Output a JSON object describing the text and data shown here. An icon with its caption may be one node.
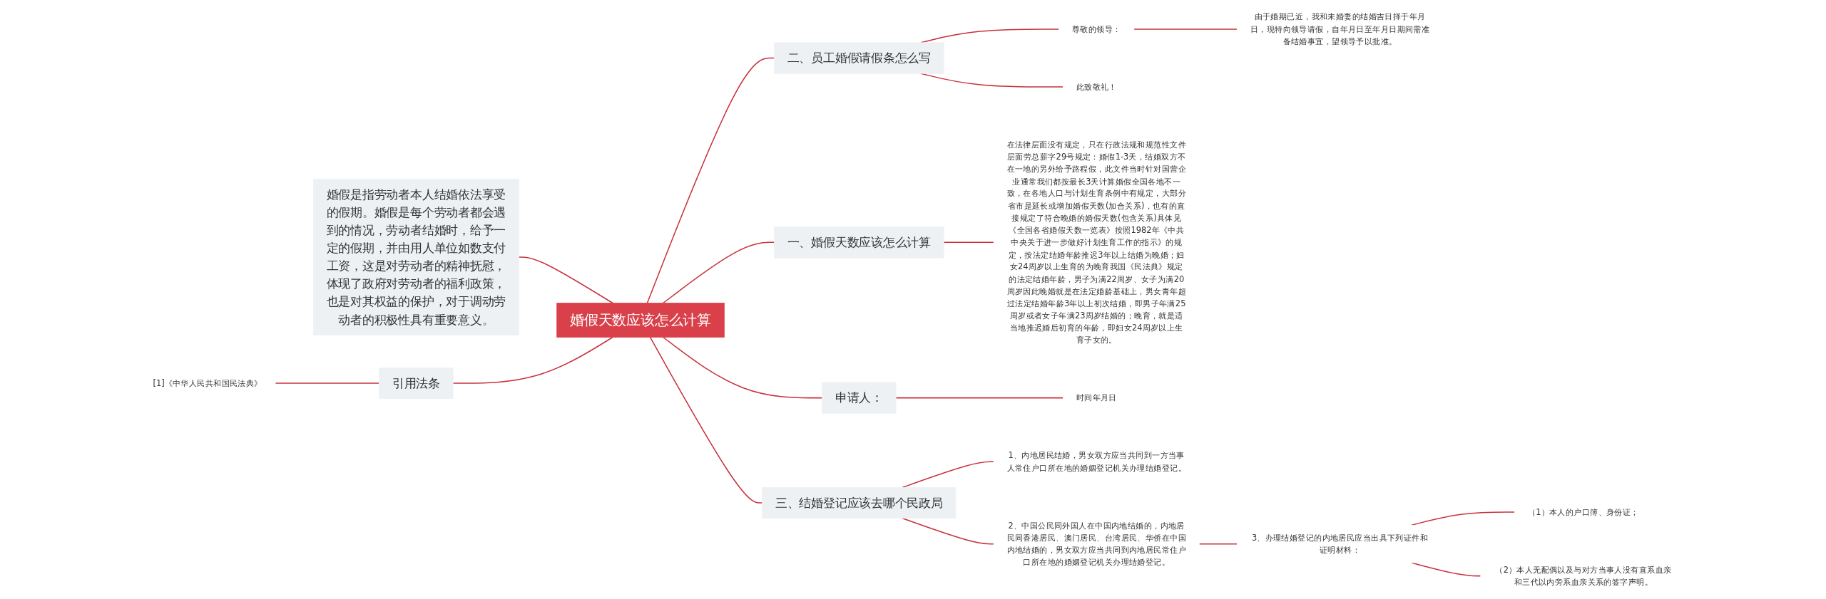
{
  "diagram": {
    "nodes": [
      {
        "text": [
          "婚假天数应该怎么计算"
        ]
      },
      {
        "text": [
          "二、员工婚假请假条怎么写"
        ]
      },
      {
        "text": [
          "尊敬的领导："
        ]
      },
      {
        "text": [
          "由于婚期已近，我和未婚妻的结婚吉日择于年月日，现特向领导请假，自年月日至年月日期间需准备结婚事宜，望领导予以批准。"
        ]
      },
      {
        "text": [
          "此致敬礼！"
        ]
      },
      {
        "text": [
          "婚假是指劳动者本人结婚依法享受的假期。婚假是每个劳动者都会遇到的情况，劳动者结婚时，给予一定的假期，并由用人单位如数支付工资，这是对劳动者的精神抚慰，体现了政府对劳动者的福利政策，也是对其权益的保护，对于调动劳动者的积极性具有重要意义。"
        ]
      },
      {
        "text": [
          "引用法条"
        ]
      },
      {
        "text": [
          "[1]《中华人民共和国民法典》"
        ]
      },
      {
        "text": [
          "一、婚假天数应该怎么计算"
        ]
      },
      {
        "text": [
          "在法律层面没有规定，只在行政法规和规范性文件层面劳总薪字29号规定：婚假1-3天，结婚双方不在一地的另外给予路程假，此文件当时针对国营企业通常我们都按最长3天计算婚假全国各地不一致，在各地人口与计划生育条例中有规定，大部分省市是延长或增加婚假天数(加合关系)，也有的直接规定了符合晚婚的婚假天数(包含关系)具体见《全国各省婚假天数一览表》按照1982年《中共中央关于进一步做好计划生育工作的指示》的规定，按法定结婚年龄推迟3年以上结婚为晚婚；妇女24周岁以上生育的为晚育我国《民法典》规定的法定结婚年龄，男子为满22周岁、女子为满20周岁因此晚婚就是在法定婚龄基础上，男女青年超过法定结婚年龄3年以上初次结婚，即男子年满25周岁或者女子年满23周岁结婚的；晚育，就是适当地推迟婚后初育的年龄，即妇女24周岁以上生育子女的。"
        ]
      },
      {
        "text": [
          "申请人："
        ]
      },
      {
        "text": [
          "时间年月日"
        ]
      },
      {
        "text": [
          "三、结婚登记应该去哪个民政局"
        ]
      },
      {
        "text": [
          "1、内地居民结婚，男女双方应当共同到一方当事人常住户口所在地的婚姻登记机关办理结婚登记。"
        ]
      },
      {
        "text": [
          "2、中国公民同外国人在中国内地结婚的，内地居民同香港居民、澳门居民、台湾居民、华侨在中国内地结婚的，男女双方应当共同到内地居民常住户口所在地的婚姻登记机关办理结婚登记。"
        ]
      },
      {
        "text": [
          "3、办理结婚登记的内地居民应当出具下列证件和证明材料："
        ]
      },
      {
        "text": [
          "（1）本人的户口簿、身份证；"
        ]
      },
      {
        "text": [
          "（2）本人无配偶以及与对方当事人没有直系血亲和三代以内旁系血亲关系的签字声明。"
        ]
      }
    ],
    "edges": [
      {
        "from": 0,
        "to": 1,
        "arrow": "none"
      },
      {
        "from": 1,
        "to": 2,
        "arrow": "none"
      },
      {
        "from": 2,
        "to": 3,
        "arrow": "none"
      },
      {
        "from": 1,
        "to": 4,
        "arrow": "none"
      },
      {
        "from": 0,
        "to": 5,
        "arrow": "none"
      },
      {
        "from": 0,
        "to": 6,
        "arrow": "none"
      },
      {
        "from": 6,
        "to": 7,
        "arrow": "none"
      },
      {
        "from": 0,
        "to": 8,
        "arrow": "none"
      },
      {
        "from": 8,
        "to": 9,
        "arrow": "none"
      },
      {
        "from": 0,
        "to": 10,
        "arrow": "none"
      },
      {
        "from": 10,
        "to": 11,
        "arrow": "none"
      },
      {
        "from": 0,
        "to": 12,
        "arrow": "none"
      },
      {
        "from": 12,
        "to": 13,
        "arrow": "none"
      },
      {
        "from": 12,
        "to": 14,
        "arrow": "none"
      },
      {
        "from": 14,
        "to": 15,
        "arrow": "none"
      },
      {
        "from": 15,
        "to": 16,
        "arrow": "none"
      },
      {
        "from": 15,
        "to": 17,
        "arrow": "none"
      }
    ]
  }
}
